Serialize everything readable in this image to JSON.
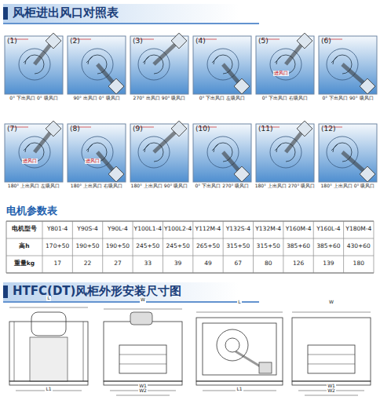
{
  "diagram": {
    "title": "风柜进出风口对照表",
    "labels": [
      "电机参数表",
      "HTFC(DT)风柜外形安装尺寸图",
      "(1)",
      "(2)",
      "(3)",
      "(4)",
      "(5)",
      "(6)",
      "(7)",
      "(8)",
      "(9)",
      "(10)",
      "(11)",
      "(12)",
      "0° 下出风口 0° 吸风口",
      "90° 出风口 0° 吸风口",
      "270° 出风口 90° 吸风口",
      "0° 下出风口 左吸风口",
      "0° 下出风口 右吸风口",
      "0° 下出风口 90° 吸风口",
      "180° 上出风口 左吸风口",
      "180° 上出风口 右吸风口",
      "180° 上出风口 90° 吸风口",
      "0° 下出风口 270° 吸风口",
      "180° 上出风口 270° 吸风口",
      "180° 上出风口 0° 吸风口",
      "进风口",
      "进风口",
      "进风口",
      "电机型号",
      "Y801-4",
      "Y90S-4",
      "Y90L-4",
      "Y100L1-4",
      "Y100L2-4",
      "Y112M-4",
      "Y132S-4",
      "Y132M-4",
      "Y160M-4",
      "Y160L-4",
      "Y180M-4",
      "高h",
      "170+50",
      "190+50",
      "190+50",
      "245+50",
      "245+50",
      "265+50",
      "315+50",
      "315+50",
      "385+60",
      "385+60",
      "430+60",
      "重量kg",
      "17",
      "22",
      "27",
      "33",
      "39",
      "49",
      "67",
      "80",
      "126",
      "139",
      "180",
      "L",
      "L1",
      "W",
      "W1",
      "W2",
      "L",
      "L1",
      "W",
      "W1",
      "W2"
    ]
  }
}
